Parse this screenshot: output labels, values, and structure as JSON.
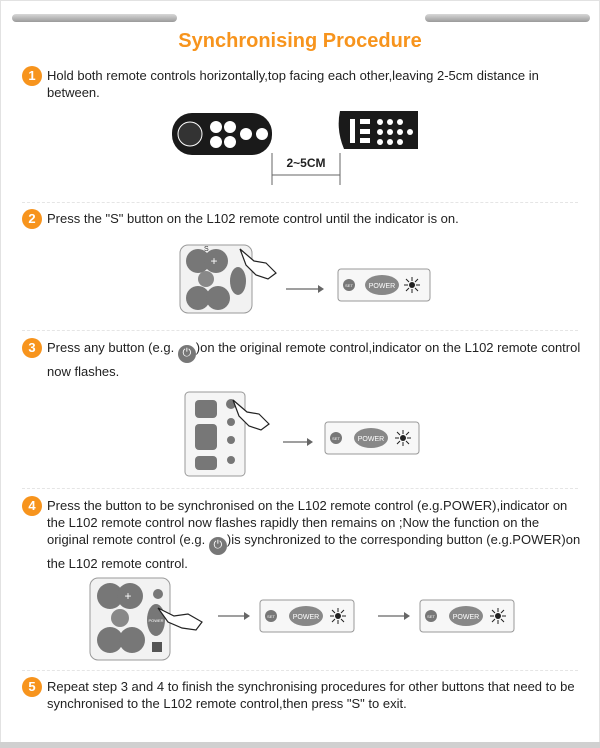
{
  "title": "Synchronising Procedure",
  "steps": [
    {
      "num": "1",
      "text": "Hold both remote controls horizontally,top facing each other,leaving 2-5cm distance in between."
    },
    {
      "num": "2",
      "text": "Press the \"S\" button on the L102 remote control until the indicator is on."
    },
    {
      "num": "3",
      "text_a": "Press any button (e.g. ",
      "text_b": ")on the original remote control,indicator on the L102 remote control now flashes."
    },
    {
      "num": "4",
      "text_a": "Press the button to be synchronised on the L102 remote control (e.g.POWER),indicator on the L102 remote control now flashes rapidly then remains on ;Now the function on the original remote control (e.g. ",
      "text_b": ")is synchronized to the corresponding button (e.g.POWER)on the L102 remote control."
    },
    {
      "num": "5",
      "text": "Repeat step 3 and 4 to finish the synchronising procedures for other buttons that need to be synchronised to the L102 remote control,then press \"S\" to exit."
    }
  ],
  "distance_label": "2~5CM",
  "set_label": "SET",
  "power_label": "POWER",
  "power_vert_label": "POWER",
  "s_key": "S",
  "icons": {
    "power": "power-icon",
    "hand": "hand-pointer-icon",
    "arrow": "arrow-right-icon",
    "light": "indicator-light-icon"
  },
  "colors": {
    "accent": "#f7941d",
    "text": "#222222",
    "remote_dark": "#1a1a1a"
  }
}
